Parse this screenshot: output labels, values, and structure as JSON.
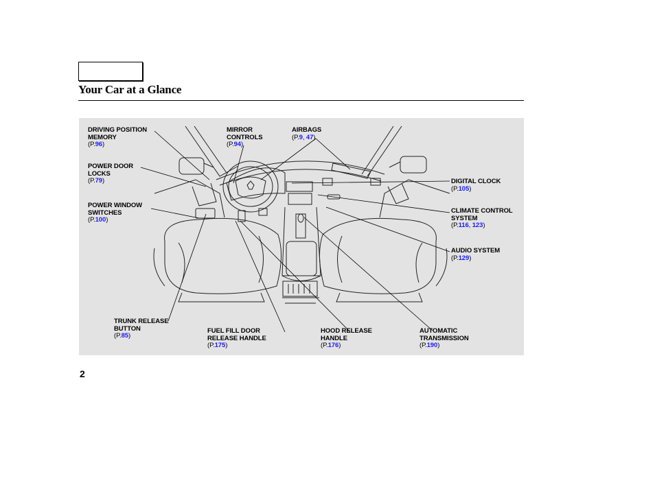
{
  "header": {
    "title": "Your Car at a Glance"
  },
  "page_number": "2",
  "callouts": {
    "driving_position": {
      "line1": "DRIVING POSITION",
      "line2": "MEMORY",
      "prefix": "(P.",
      "page1": "96",
      "suffix": ")"
    },
    "mirror_controls": {
      "line1": "MIRROR",
      "line2": "CONTROLS",
      "prefix": "(P.",
      "page1": "94",
      "suffix": ")"
    },
    "airbags": {
      "line1": "AIRBAGS",
      "prefix": "(P.",
      "page1": "9",
      "sep": ", ",
      "page2": "47",
      "suffix": ")"
    },
    "power_door_locks": {
      "line1": "POWER DOOR",
      "line2": "LOCKS",
      "prefix": "(P.",
      "page1": "79",
      "suffix": ")"
    },
    "digital_clock": {
      "line1": "DIGITAL CLOCK",
      "prefix": "(P.",
      "page1": "105",
      "suffix": ")"
    },
    "power_window": {
      "line1": "POWER WINDOW",
      "line2": "SWITCHES",
      "prefix": "(P.",
      "page1": "100",
      "suffix": ")"
    },
    "climate_control": {
      "line1": "CLIMATE CONTROL",
      "line2": "SYSTEM",
      "prefix": "(P.",
      "page1": "116",
      "sep": ", ",
      "page2": "123",
      "suffix": ")"
    },
    "audio_system": {
      "line1": "AUDIO SYSTEM",
      "prefix": "(P.",
      "page1": "129",
      "suffix": ")"
    },
    "trunk_release": {
      "line1": "TRUNK RELEASE",
      "line2": "BUTTON",
      "prefix": "(P.",
      "page1": "85",
      "suffix": ")"
    },
    "fuel_fill": {
      "line1": "FUEL FILL DOOR",
      "line2": "RELEASE HANDLE",
      "prefix": "(P.",
      "page1": "175",
      "suffix": ")"
    },
    "hood_release": {
      "line1": "HOOD RELEASE",
      "line2": "HANDLE",
      "prefix": "(P.",
      "page1": "176",
      "suffix": ")"
    },
    "automatic_transmission": {
      "line1": "AUTOMATIC",
      "line2": "TRANSMISSION",
      "prefix": "(P.",
      "page1": "190",
      "suffix": ")"
    }
  },
  "colors": {
    "link": "#1a1aff",
    "panel": "#e3e3e3"
  }
}
